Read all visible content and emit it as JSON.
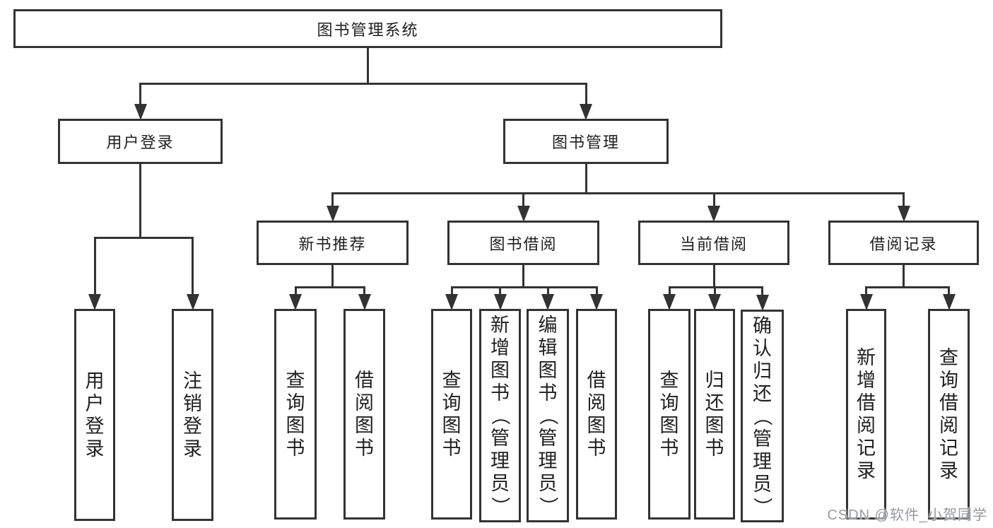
{
  "diagram": {
    "watermark": "CSDN @软件_小贺同学",
    "colors": {
      "line": "#333333",
      "box_border": "#333333",
      "text": "#1f1f1f",
      "watermark": "#97999c",
      "background": "#ffffff"
    },
    "nodes": [
      {
        "id": "root",
        "label": "图书管理系统",
        "parent": null,
        "orientation": "horizontal"
      },
      {
        "id": "login",
        "label": "用户登录",
        "parent": "root",
        "orientation": "horizontal"
      },
      {
        "id": "mgmt",
        "label": "图书管理",
        "parent": "root",
        "orientation": "horizontal"
      },
      {
        "id": "newbook",
        "label": "新书推荐",
        "parent": "mgmt",
        "orientation": "horizontal"
      },
      {
        "id": "borrow",
        "label": "图书借阅",
        "parent": "mgmt",
        "orientation": "horizontal"
      },
      {
        "id": "current",
        "label": "当前借阅",
        "parent": "mgmt",
        "orientation": "horizontal"
      },
      {
        "id": "records",
        "label": "借阅记录",
        "parent": "mgmt",
        "orientation": "horizontal"
      },
      {
        "id": "login-user",
        "label": "用户登录",
        "parent": "login",
        "orientation": "vertical"
      },
      {
        "id": "login-logout",
        "label": "注销登录",
        "parent": "login",
        "orientation": "vertical"
      },
      {
        "id": "nb-query",
        "label": "查询图书",
        "parent": "newbook",
        "orientation": "vertical"
      },
      {
        "id": "nb-borrow",
        "label": "借阅图书",
        "parent": "newbook",
        "orientation": "vertical"
      },
      {
        "id": "bw-query",
        "label": "查询图书",
        "parent": "borrow",
        "orientation": "vertical"
      },
      {
        "id": "bw-add",
        "label": "新增图书（管理员）",
        "parent": "borrow",
        "orientation": "vertical"
      },
      {
        "id": "bw-edit",
        "label": "编辑图书（管理员）",
        "parent": "borrow",
        "orientation": "vertical"
      },
      {
        "id": "bw-borrow",
        "label": "借阅图书",
        "parent": "borrow",
        "orientation": "vertical"
      },
      {
        "id": "cur-query",
        "label": "查询图书",
        "parent": "current",
        "orientation": "vertical"
      },
      {
        "id": "cur-return",
        "label": "归还图书",
        "parent": "current",
        "orientation": "vertical"
      },
      {
        "id": "cur-confirm",
        "label": "确认归还（管理员）",
        "parent": "current",
        "orientation": "vertical"
      },
      {
        "id": "rec-add",
        "label": "新增借阅记录",
        "parent": "records",
        "orientation": "vertical"
      },
      {
        "id": "rec-query",
        "label": "查询借阅记录",
        "parent": "records",
        "orientation": "vertical"
      }
    ]
  }
}
